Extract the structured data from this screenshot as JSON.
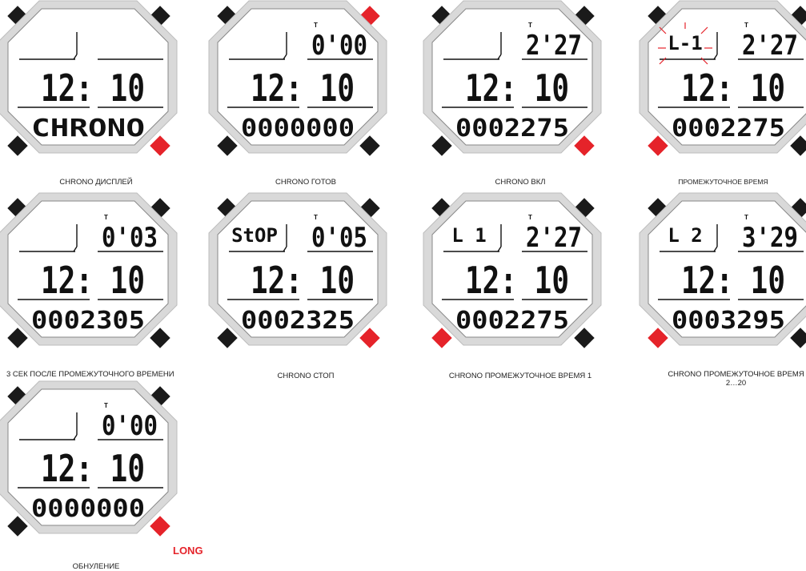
{
  "colors": {
    "active_button": "#e5232a",
    "button": "#1a1a1a",
    "bezel": "#d9d9d9",
    "segment": "#111111"
  },
  "watches": [
    {
      "top_left": "",
      "top_right": "",
      "time": "12: 10",
      "bottom": "CHRONO",
      "show_t": false,
      "red_button": "bottom-right",
      "caption": "CHRONO ДИСПЛЕЙ"
    },
    {
      "top_left": "",
      "top_right": "0'00",
      "time": "12: 10",
      "bottom": "0000000",
      "show_t": true,
      "red_button": "top-right",
      "caption": "CHRONO ГОТОВ"
    },
    {
      "top_left": "",
      "top_right": "2'27",
      "time": "12: 10",
      "bottom": "0002275",
      "show_t": true,
      "red_button": "bottom-right",
      "caption": "CHRONO ВКЛ"
    },
    {
      "top_left": "L-1",
      "top_right": "2'27",
      "time": "12: 10",
      "bottom": "0002275",
      "show_t": true,
      "red_button": "bottom-left",
      "caption": "ПРОМЕЖУТОЧНОЕ ВРЕМЯ",
      "blink": true
    },
    {
      "top_left": "",
      "top_right": "0'03",
      "time": "12: 10",
      "bottom": "0002305",
      "show_t": true,
      "red_button": "",
      "caption": "3 СЕК ПОСЛЕ ПРОМЕЖУТОЧНОГО ВРЕМЕНИ"
    },
    {
      "top_left": "StOP",
      "top_right": "0'05",
      "time": "12: 10",
      "bottom": "0002325",
      "show_t": true,
      "red_button": "bottom-right",
      "caption": "CHRONO СТОП"
    },
    {
      "top_left": "L  1",
      "top_right": "2'27",
      "time": "12: 10",
      "bottom": "0002275",
      "show_t": true,
      "red_button": "bottom-left",
      "caption": "CHRONO ПРОМЕЖУТОЧНОЕ ВРЕМЯ 1"
    },
    {
      "top_left": "L  2",
      "top_right": "3'29",
      "time": "12: 10",
      "bottom": "0003295",
      "show_t": true,
      "red_button": "bottom-left",
      "caption": "CHRONO ПРОМЕЖУТОЧНОЕ ВРЕМЯ 2…20"
    },
    {
      "top_left": "",
      "top_right": "0'00",
      "time": "12: 10",
      "bottom": "0000000",
      "show_t": true,
      "red_button": "bottom-right",
      "caption": "ОБНУЛЕНИЕ"
    }
  ],
  "long_label": "LONG"
}
